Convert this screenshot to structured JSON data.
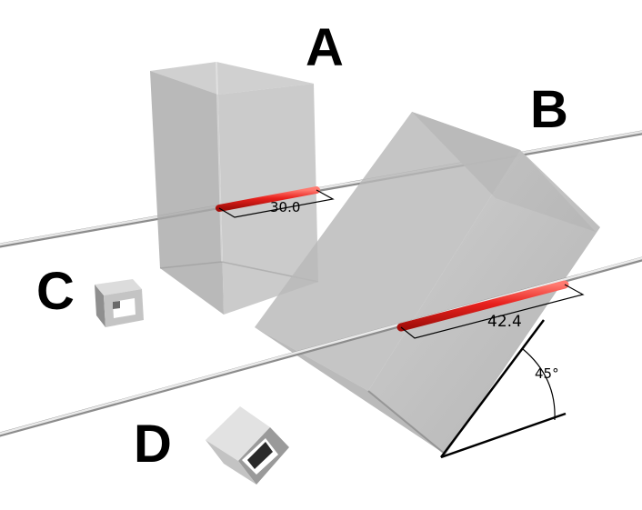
{
  "labels": {
    "block_a": "A",
    "block_b": "B",
    "object_c": "C",
    "object_d": "D"
  },
  "measurements": {
    "length_a": "30.0",
    "length_b": "42.4",
    "angle_b": "45°"
  },
  "colors": {
    "block_face": "#b4b4b4",
    "highlight_segment": "#e8211d",
    "rod": "#d9d9d9"
  }
}
